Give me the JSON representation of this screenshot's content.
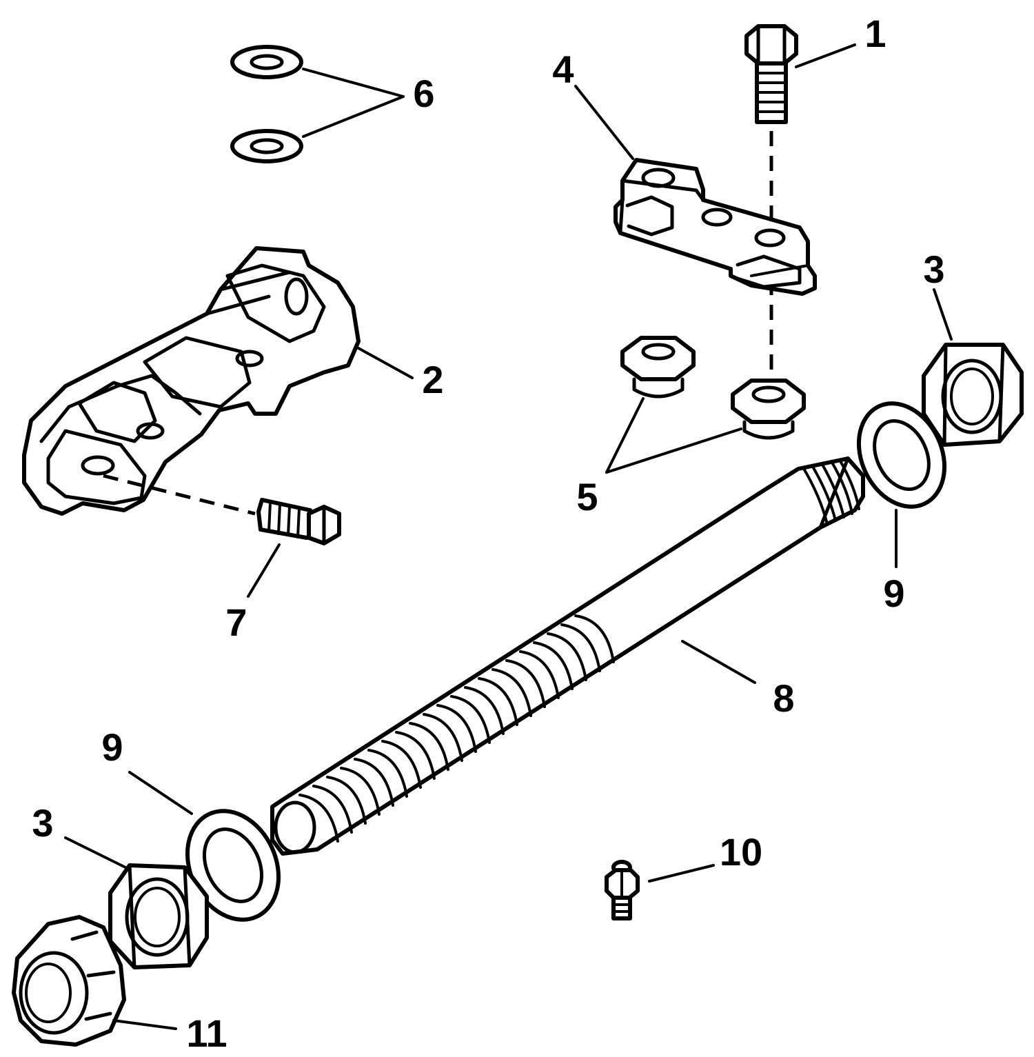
{
  "callouts": [
    {
      "id": "c1",
      "label": "1"
    },
    {
      "id": "c2",
      "label": "2"
    },
    {
      "id": "c3a",
      "label": "3"
    },
    {
      "id": "c3b",
      "label": "3"
    },
    {
      "id": "c4",
      "label": "4"
    },
    {
      "id": "c5",
      "label": "5"
    },
    {
      "id": "c6",
      "label": "6"
    },
    {
      "id": "c7",
      "label": "7"
    },
    {
      "id": "c8",
      "label": "8"
    },
    {
      "id": "c9a",
      "label": "9"
    },
    {
      "id": "c9b",
      "label": "9"
    },
    {
      "id": "c10",
      "label": "10"
    },
    {
      "id": "c11",
      "label": "11"
    }
  ],
  "colors": {
    "line": "#000000",
    "background": "#ffffff"
  }
}
